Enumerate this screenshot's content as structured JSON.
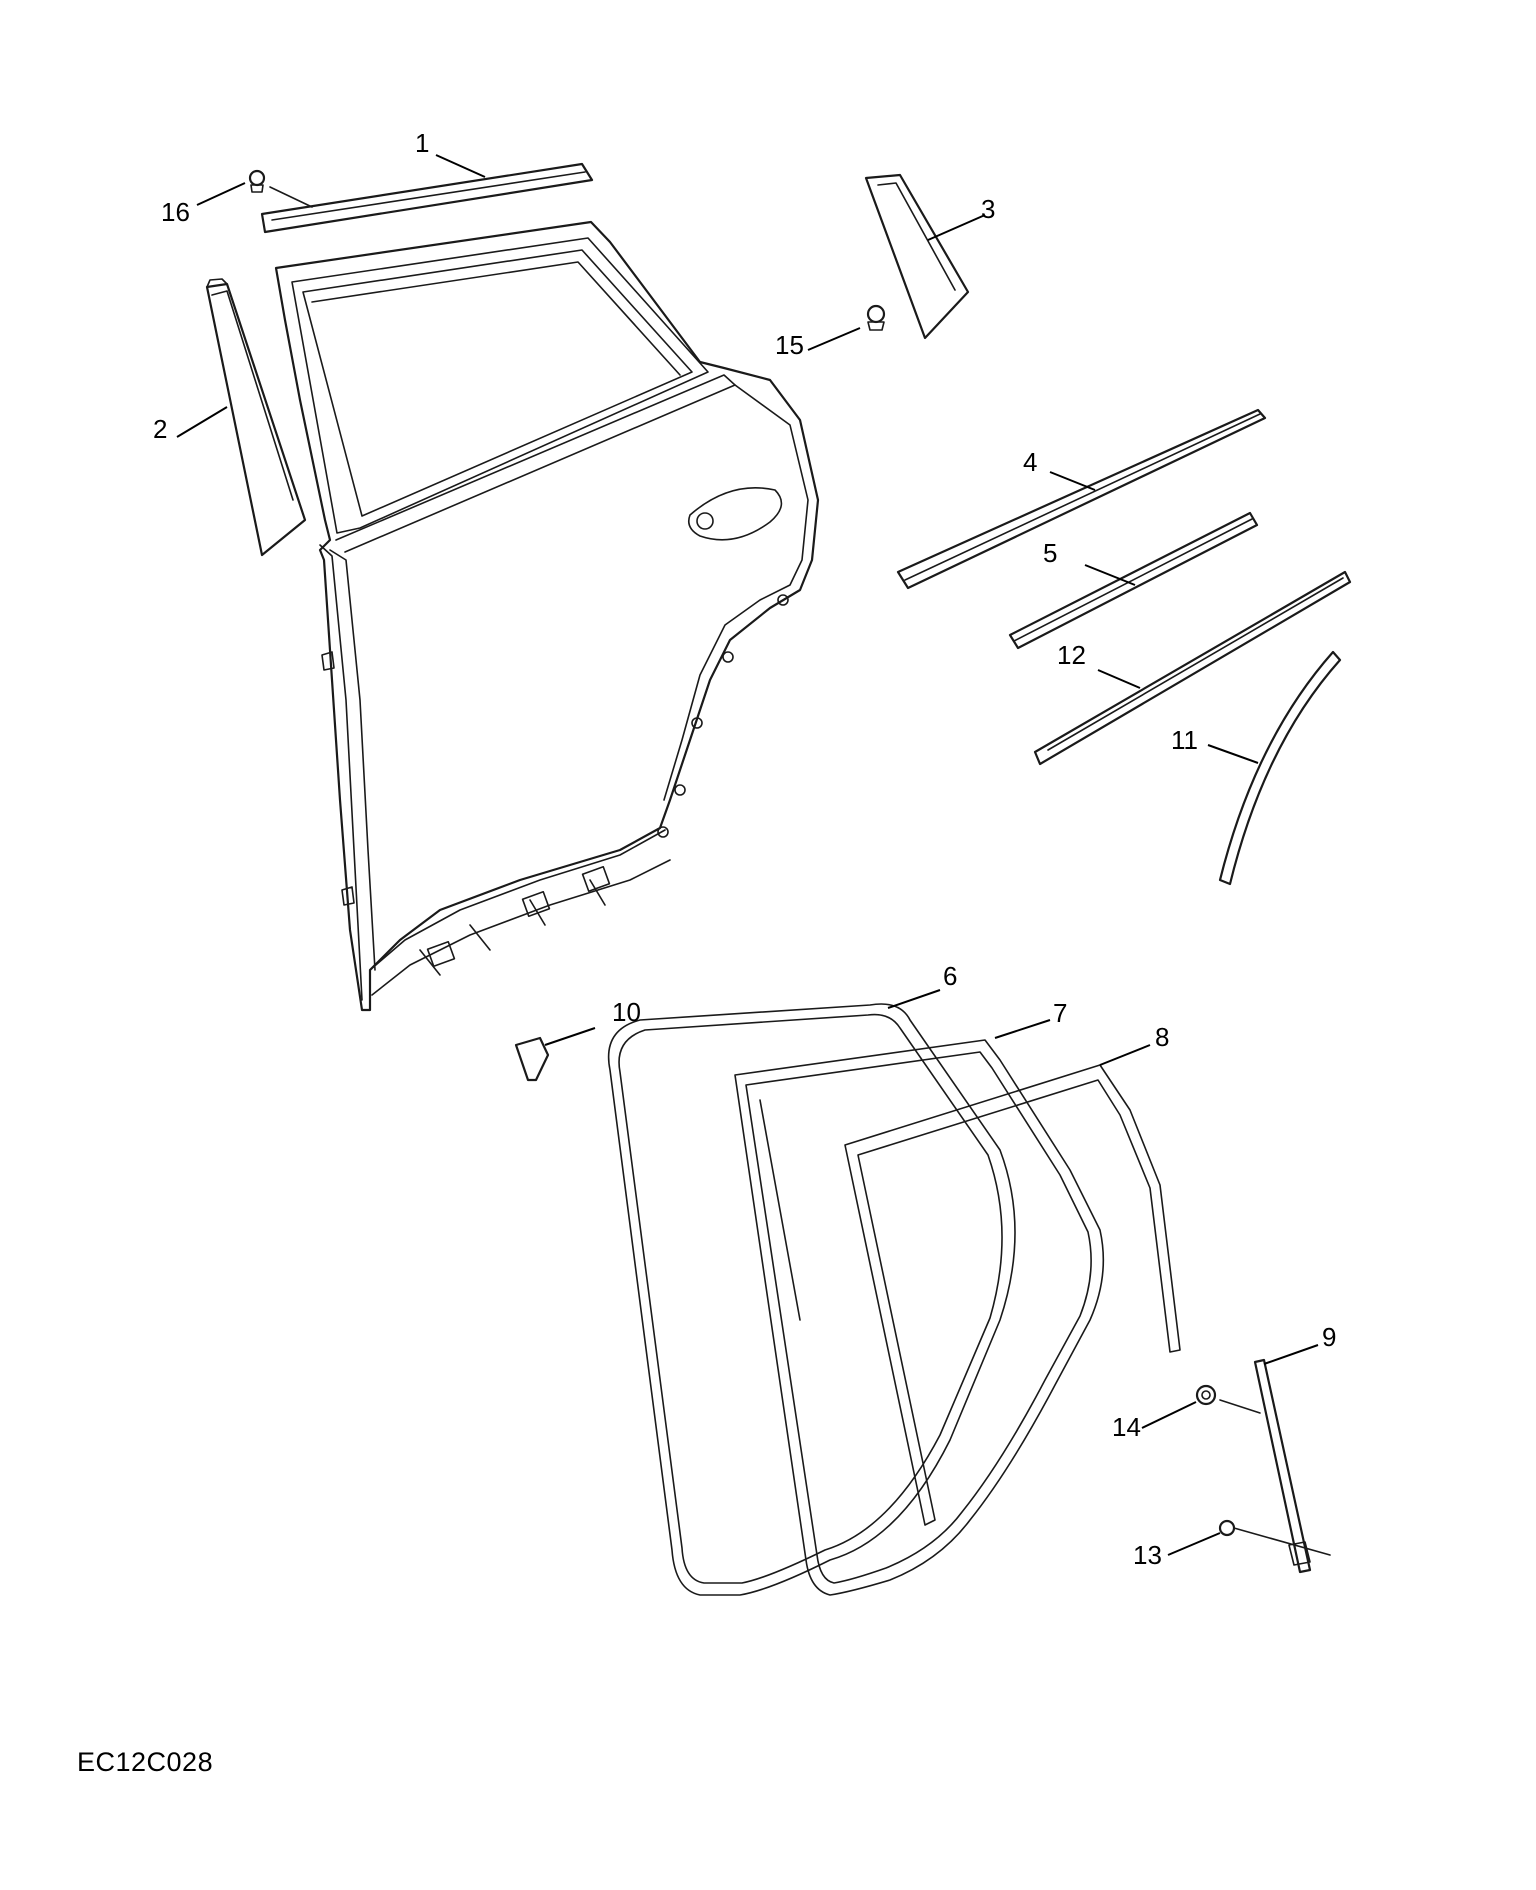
{
  "figure_code": "EC12C028",
  "callouts": [
    "1",
    "2",
    "3",
    "4",
    "5",
    "6",
    "7",
    "8",
    "9",
    "10",
    "11",
    "12",
    "13",
    "14",
    "15",
    "16"
  ],
  "colors": {
    "line": "#1a1a1a",
    "background": "#ffffff"
  }
}
